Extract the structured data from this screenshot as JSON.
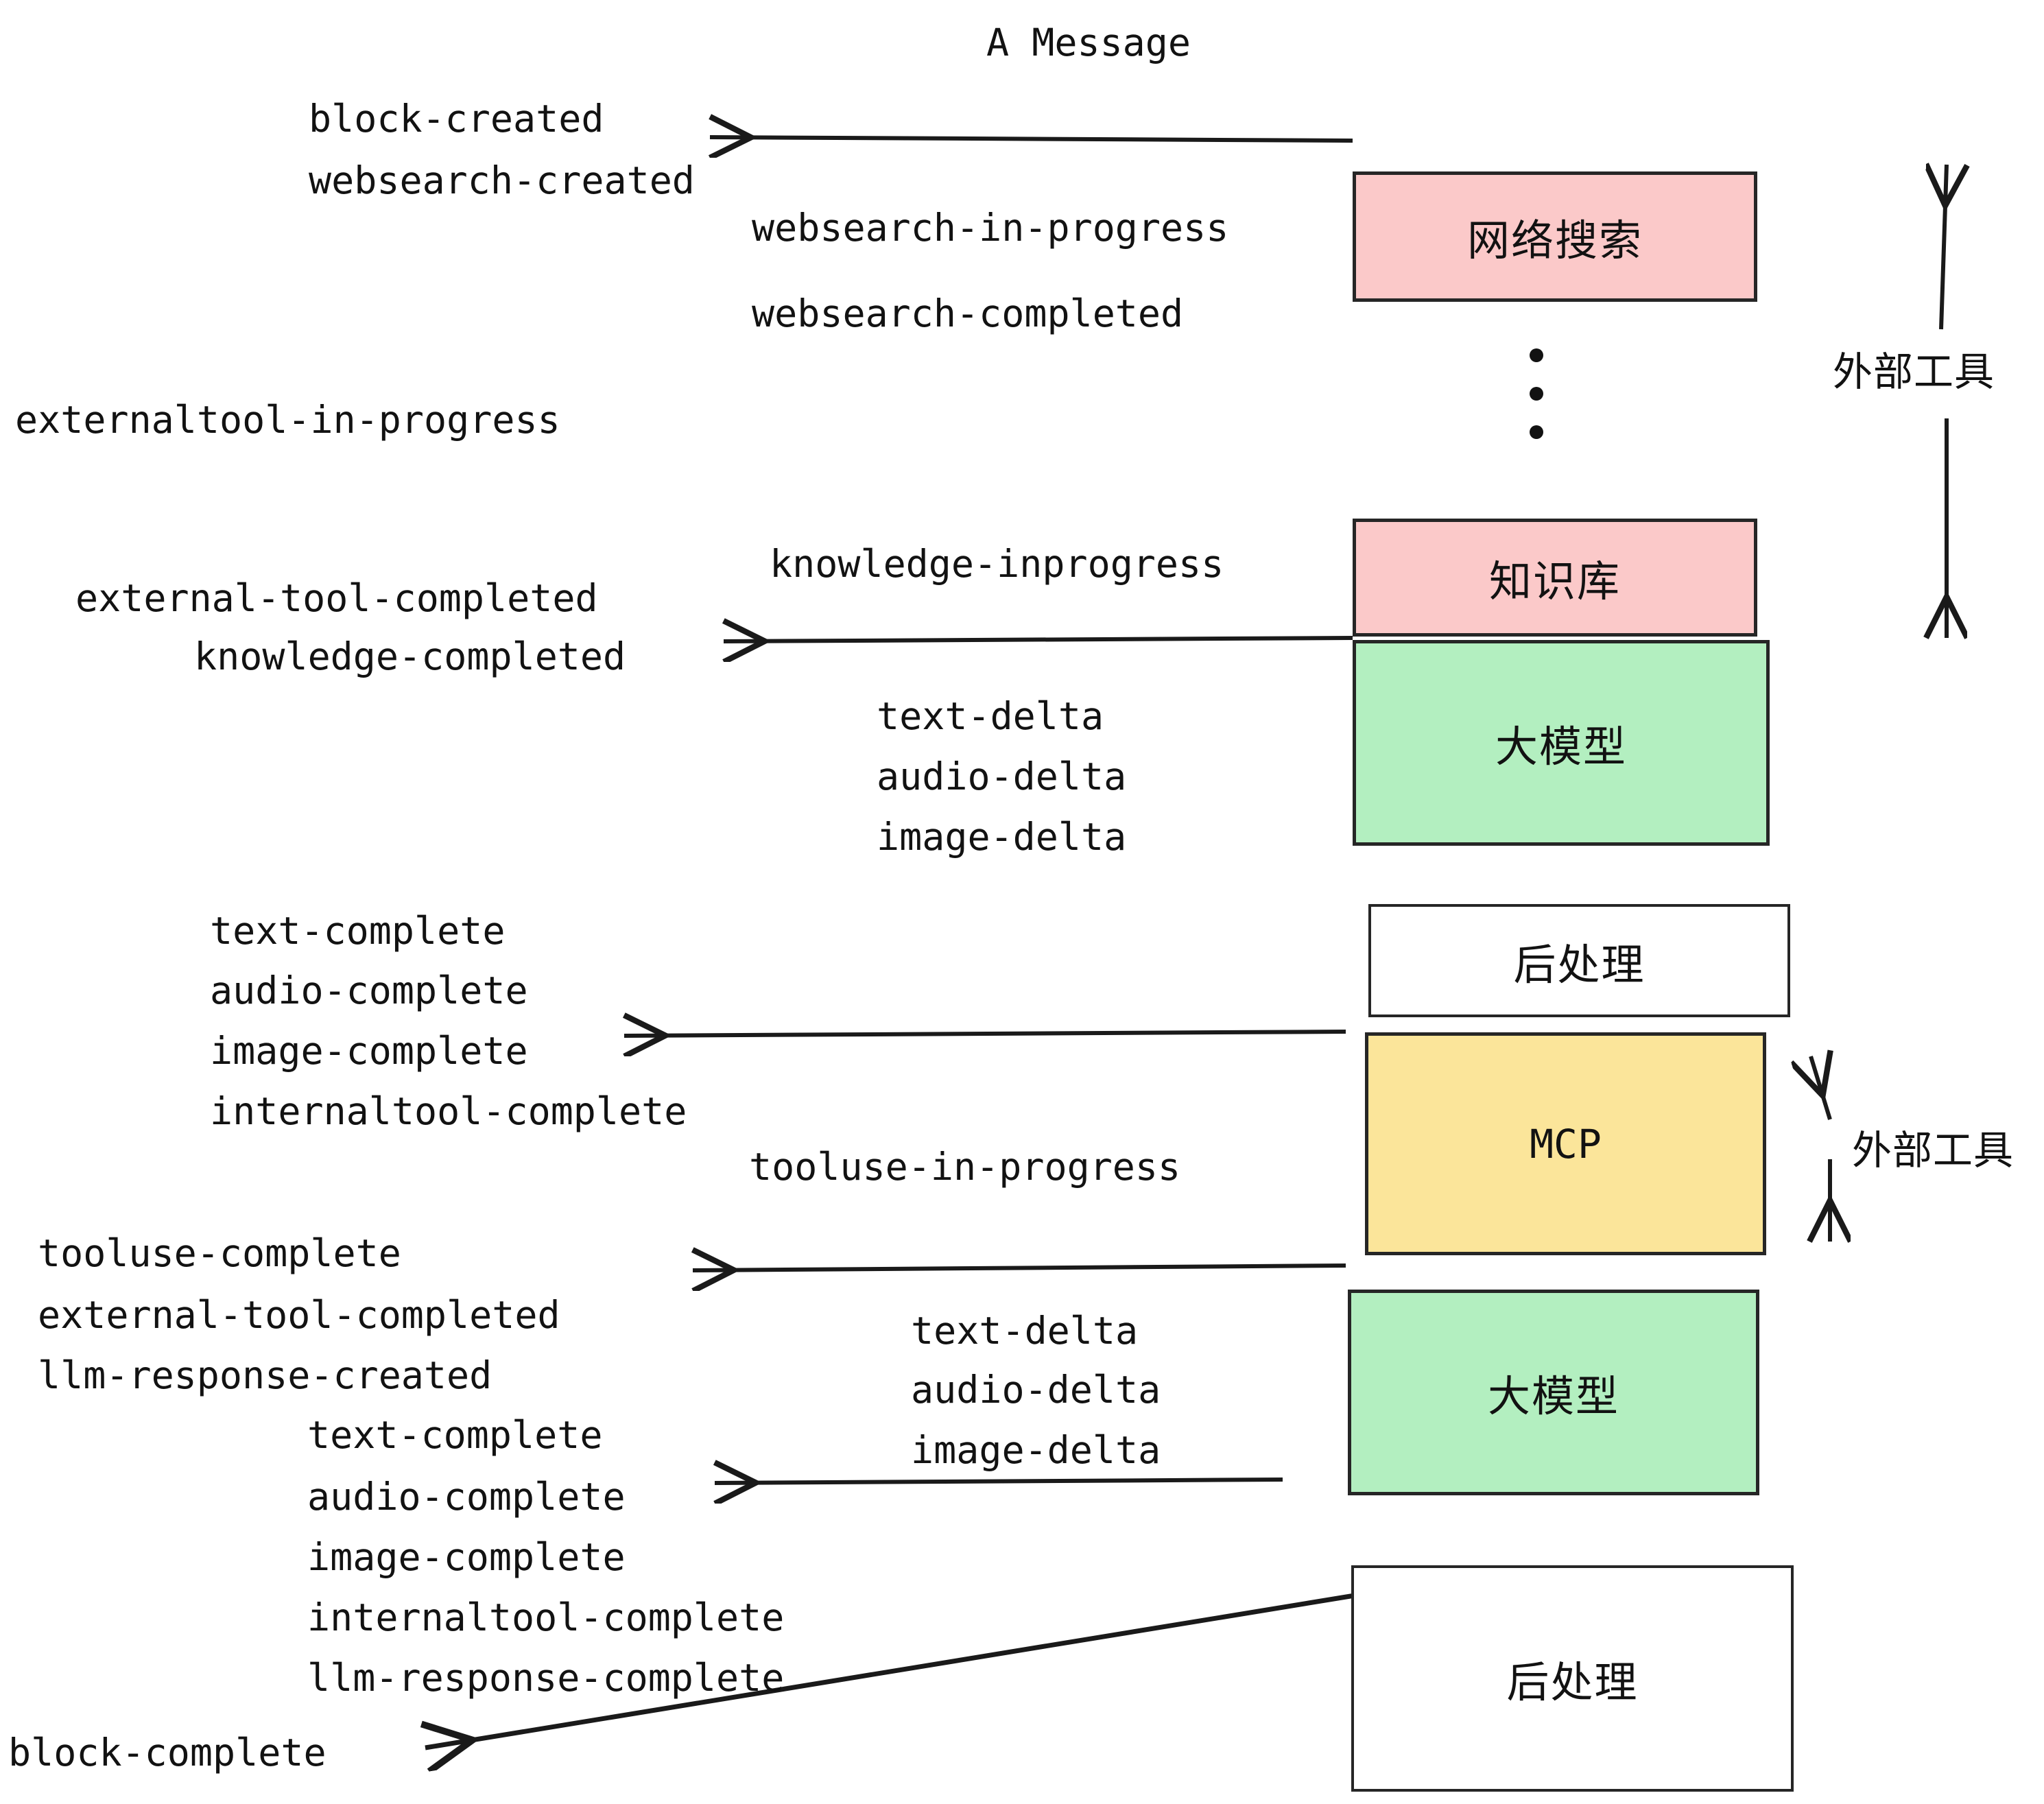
{
  "diagram": {
    "title": "A Message",
    "colors": {
      "pink": "#FBC9C9",
      "green": "#B3EFC0",
      "yellow": "#FBE59A",
      "white": "#FFFFFF",
      "stroke": "#262626",
      "text": "#121212"
    },
    "nodes": [
      {
        "id": "websearch",
        "label": "网络搜索",
        "color": "pink"
      },
      {
        "id": "knowledge",
        "label": "知识库",
        "color": "pink"
      },
      {
        "id": "llm1",
        "label": "大模型",
        "color": "green"
      },
      {
        "id": "post1",
        "label": "后处理",
        "color": "white"
      },
      {
        "id": "mcp",
        "label": "MCP",
        "color": "yellow"
      },
      {
        "id": "llm2",
        "label": "大模型",
        "color": "green"
      },
      {
        "id": "post2",
        "label": "后处理",
        "color": "white"
      }
    ],
    "side_labels": [
      {
        "id": "external-tool-top",
        "label": "外部工具"
      },
      {
        "id": "external-tool-bottom",
        "label": "外部工具"
      }
    ],
    "events": {
      "block_created": "block-created",
      "websearch_created": "websearch-created",
      "websearch_in_progress": "websearch-in-progress",
      "websearch_completed": "websearch-completed",
      "externaltool_in_progress": "externaltool-in-progress",
      "knowledge_inprogress": "knowledge-inprogress",
      "external_tool_completed_1": "external-tool-completed",
      "knowledge_completed": "knowledge-completed",
      "text_delta_1": "text-delta",
      "audio_delta_1": "audio-delta",
      "image_delta_1": "image-delta",
      "text_complete_1": "text-complete",
      "audio_complete_1": "audio-complete",
      "image_complete_1": "image-complete",
      "internaltool_complete_1": "internaltool-complete",
      "tooluse_in_progress": "tooluse-in-progress",
      "tooluse_complete": "tooluse-complete",
      "external_tool_completed_2": "external-tool-completed",
      "llm_response_created": "llm-response-created",
      "text_delta_2": "text-delta",
      "audio_delta_2": "audio-delta",
      "image_delta_2": "image-delta",
      "text_complete_2": "text-complete",
      "audio_complete_2": "audio-complete",
      "image_complete_2": "image-complete",
      "internaltool_complete_2": "internaltool-complete",
      "llm_response_complete": "llm-response-complete",
      "block_complete": "block-complete"
    }
  }
}
